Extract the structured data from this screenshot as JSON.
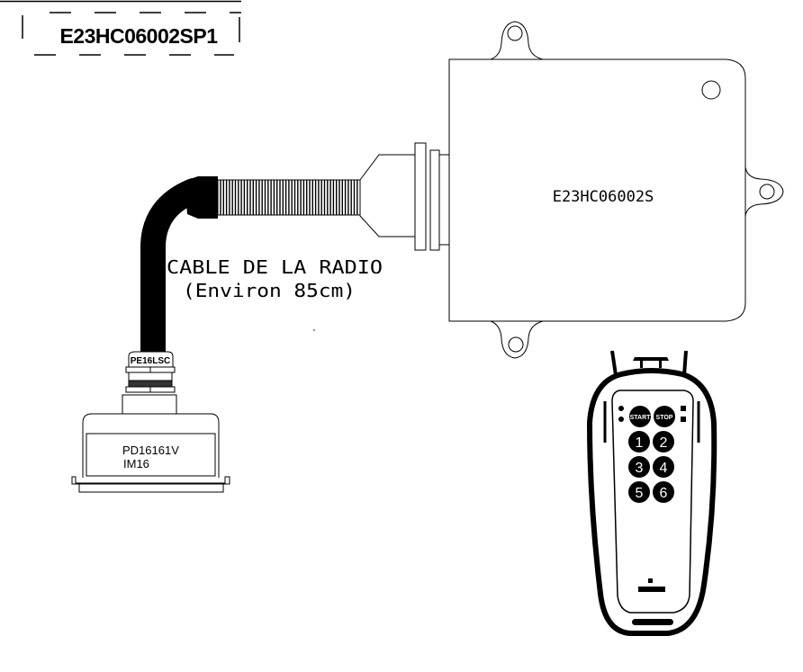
{
  "title_block": {
    "part_number": "E23HC06002SP1"
  },
  "receiver_box": {
    "label": "E23HC06002S",
    "mount_tabs": [
      "top",
      "right",
      "bottom"
    ]
  },
  "cable": {
    "label_line1": "CABLE DE LA RADIO",
    "label_line2": "(Environ 85cm)"
  },
  "gland": {
    "label": "PE16LSC"
  },
  "plug_connector": {
    "label_line1": "PD16161V",
    "label_line2": "IM16"
  },
  "remote_control": {
    "buttons": [
      {
        "id": "start",
        "label": "START"
      },
      {
        "id": "stop",
        "label": "STOP"
      },
      {
        "id": "1",
        "label": "1"
      },
      {
        "id": "2",
        "label": "2"
      },
      {
        "id": "3",
        "label": "3"
      },
      {
        "id": "4",
        "label": "4"
      },
      {
        "id": "5",
        "label": "5"
      },
      {
        "id": "6",
        "label": "6"
      }
    ]
  },
  "colors": {
    "ink": "#000000",
    "paper": "#ffffff"
  }
}
